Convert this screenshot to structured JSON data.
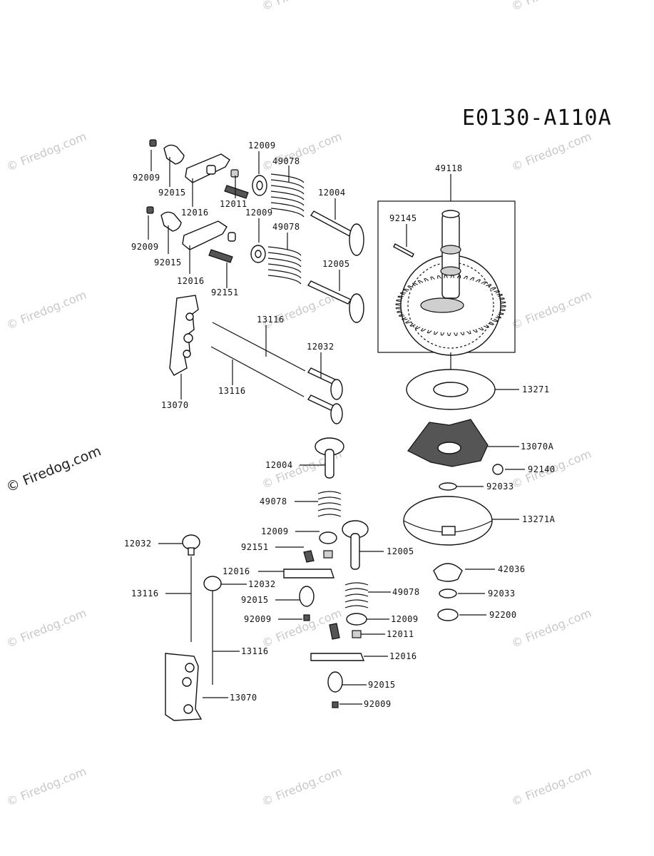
{
  "diagram_code": "E0130-A110A",
  "watermark_text": "© Firedog.com",
  "part_numbers": {
    "p92009_a": "92009",
    "p92015_a": "92015",
    "p12016_a": "12016",
    "p12009_a": "12009",
    "p49078_a": "49078",
    "p12011_a": "12011",
    "p12009_b": "12009",
    "p49078_b": "49078",
    "p12004_a": "12004",
    "p92009_b": "92009",
    "p92015_b": "92015",
    "p12016_b": "12016",
    "p92151_a": "92151",
    "p12005_a": "12005",
    "p13116_a": "13116",
    "p12032_a": "12032",
    "p13116_b": "13116",
    "p13070_a": "13070",
    "p49118": "49118",
    "p92145": "92145",
    "p13271": "13271",
    "p13070A": "13070A",
    "p92140": "92140",
    "p92033_a": "92033",
    "p13271A": "13271A",
    "p42036": "42036",
    "p92033_b": "92033",
    "p92200": "92200",
    "p12004_b": "12004",
    "p49078_c": "49078",
    "p12009_c": "12009",
    "p92151_b": "92151",
    "p12005_b": "12005",
    "p12032_b": "12032",
    "p12016_c": "12016",
    "p12032_c": "12032",
    "p13116_c": "13116",
    "p92015_c": "92015",
    "p49078_d": "49078",
    "p92009_c": "92009",
    "p12009_d": "12009",
    "p12011_b": "12011",
    "p13116_d": "13116",
    "p12016_d": "12016",
    "p92015_d": "92015",
    "p13070_b": "13070",
    "p92009_d": "92009"
  }
}
